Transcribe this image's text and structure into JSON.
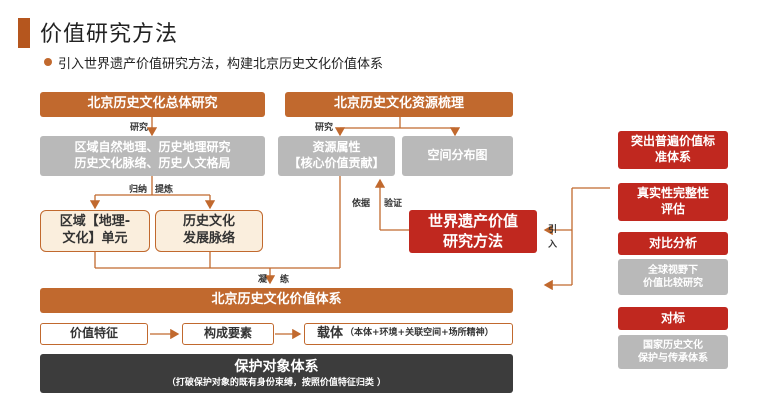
{
  "page": {
    "title": "价值研究方法",
    "subtitle": "引入世界遗产价值研究方法，构建北京历史文化价值体系"
  },
  "diagram": {
    "overall_research": "北京历史文化总体研究",
    "resource_review": "北京历史文化资源梳理",
    "left_grey": [
      "区域自然地理、历史地理研究",
      "历史文化脉络、历史人文格局"
    ],
    "resource_attr": [
      "资源属性",
      "【核心价值贡献】"
    ],
    "spatial_dist": "空间分布图",
    "region_unit": [
      "区域【地理-",
      "文化】单元"
    ],
    "history_context": [
      "历史文化",
      "发展脉络"
    ],
    "world_heritage": [
      "世界遗产价值",
      "研究方法"
    ],
    "value_system": "北京历史文化价值体系",
    "value_feature": "价值特征",
    "components": "构成要素",
    "carrier_main": "载体",
    "carrier_detail": "（本体+环境+关联空间+场所精神）",
    "protection_title": "保护对象体系",
    "protection_detail": "（打破保护对象的既有身份束缚，按照价值特征归类 ）",
    "labels": {
      "research_left": "研究",
      "research_right": "研究",
      "induce": "归纳",
      "extract": "提炼",
      "basis": "依据",
      "verify": "验证",
      "condense1": "凝",
      "condense2": "练",
      "import1": "引",
      "import2": "入"
    }
  },
  "right_panel": {
    "outstanding": [
      "突出普遍价值标",
      "准体系"
    ],
    "authenticity": [
      "真实性完整性",
      "评估"
    ],
    "comparative": "对比分析",
    "global_view": [
      "全球视野下",
      "价值比较研究"
    ],
    "benchmark": "对标",
    "national": [
      "国家历史文化",
      "保护与传承体系"
    ]
  },
  "colors": {
    "orange": "#c1692e",
    "red": "#c0281f",
    "grey": "#b9b9b9",
    "dark": "#3c3c3c",
    "beige": "#faeedd"
  }
}
